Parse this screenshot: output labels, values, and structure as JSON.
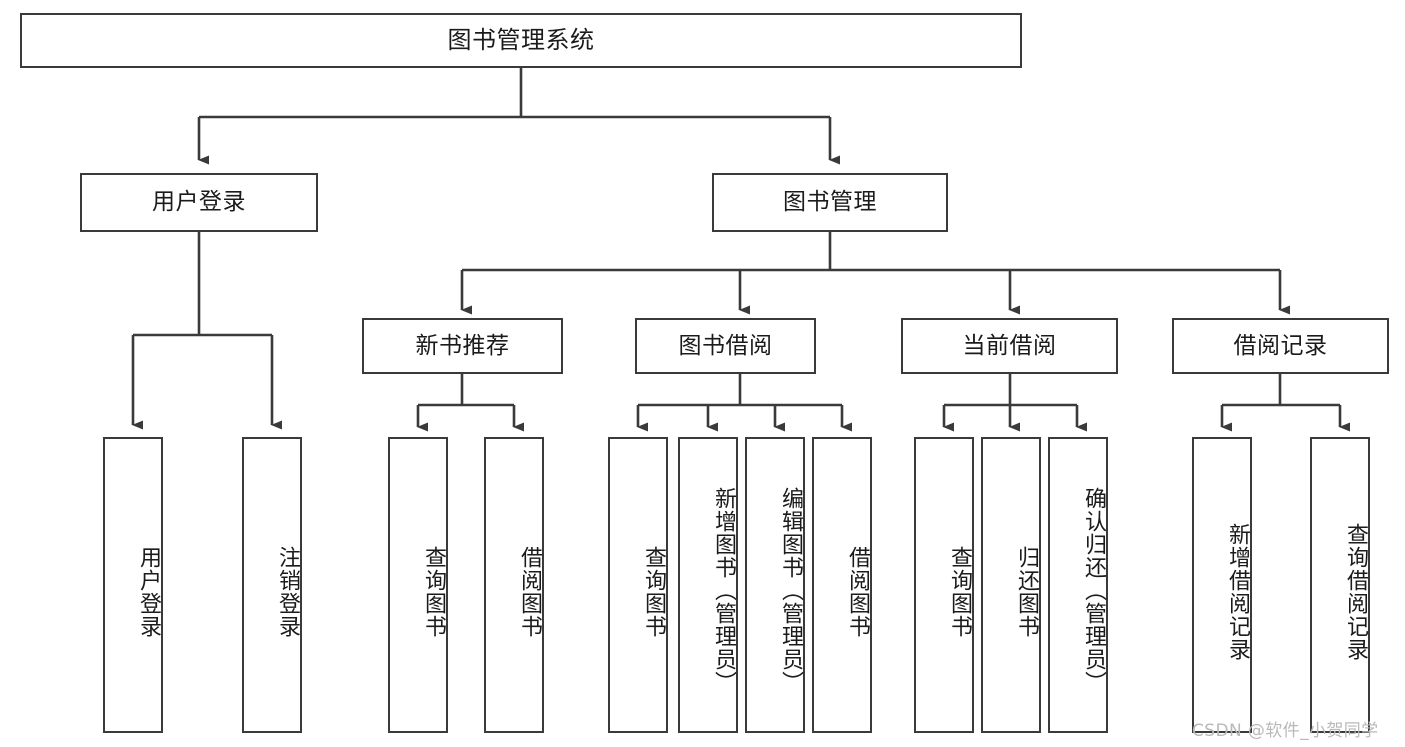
{
  "diagram": {
    "title": "图书管理系统",
    "type": "hierarchy-tree",
    "orientation": "top-down",
    "root": {
      "id": "root",
      "label": "图书管理系统"
    },
    "level1": [
      {
        "id": "user-login",
        "label": "用户登录"
      },
      {
        "id": "book-manage",
        "label": "图书管理"
      }
    ],
    "level2": [
      {
        "id": "new-book-recommend",
        "label": "新书推荐",
        "parent": "book-manage"
      },
      {
        "id": "book-borrow",
        "label": "图书借阅",
        "parent": "book-manage"
      },
      {
        "id": "current-borrow",
        "label": "当前借阅",
        "parent": "book-manage"
      },
      {
        "id": "borrow-record",
        "label": "借阅记录",
        "parent": "book-manage"
      }
    ],
    "leaves": [
      {
        "id": "leaf-user-login",
        "label": "用户登录",
        "parent": "user-login"
      },
      {
        "id": "leaf-logout",
        "label": "注销登录",
        "parent": "user-login"
      },
      {
        "id": "leaf-query-book-1",
        "label": "查询图书",
        "parent": "new-book-recommend"
      },
      {
        "id": "leaf-borrow-book-1",
        "label": "借阅图书",
        "parent": "new-book-recommend"
      },
      {
        "id": "leaf-query-book-2",
        "label": "查询图书",
        "parent": "book-borrow"
      },
      {
        "id": "leaf-add-book",
        "label": "新增图书（管理员）",
        "parent": "book-borrow"
      },
      {
        "id": "leaf-edit-book",
        "label": "编辑图书（管理员）",
        "parent": "book-borrow"
      },
      {
        "id": "leaf-borrow-book-2",
        "label": "借阅图书",
        "parent": "book-borrow"
      },
      {
        "id": "leaf-query-book-3",
        "label": "查询图书",
        "parent": "current-borrow"
      },
      {
        "id": "leaf-return-book",
        "label": "归还图书",
        "parent": "current-borrow"
      },
      {
        "id": "leaf-confirm-return",
        "label": "确认归还（管理员）",
        "parent": "current-borrow"
      },
      {
        "id": "leaf-add-record",
        "label": "新增借阅记录",
        "parent": "borrow-record"
      },
      {
        "id": "leaf-query-record",
        "label": "查询借阅记录",
        "parent": "borrow-record"
      }
    ],
    "colors": {
      "stroke": "#3a3a3a",
      "fill": "#ffffff",
      "text": "#1b1b1b",
      "watermark": "#b9b9b9"
    }
  },
  "watermark": {
    "text": "CSDN @软件_小贺同学"
  }
}
